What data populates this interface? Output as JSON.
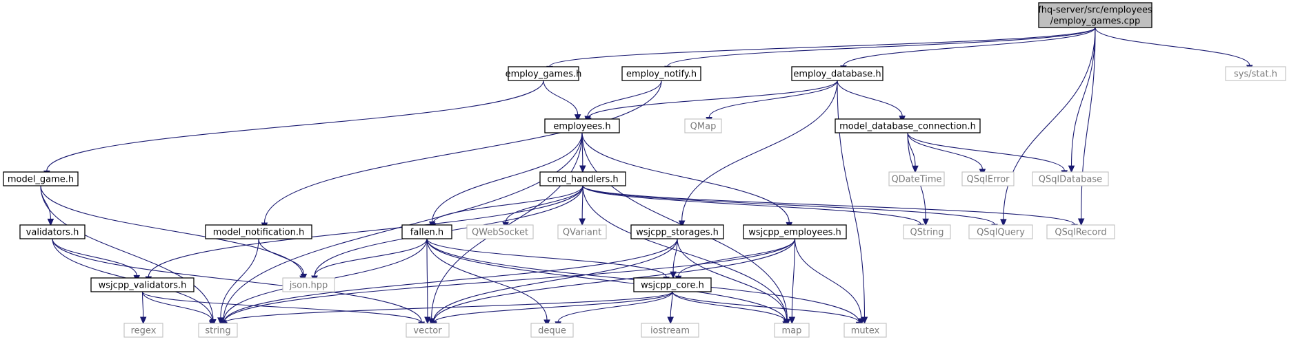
{
  "colors": {
    "edge": "#191970",
    "root_fill": "#bfbfbf",
    "external_border": "#bfbfbf",
    "external_text": "#7a7a7a"
  },
  "nodes": [
    {
      "id": "root",
      "label": "fhq-server/src/employees\n/employ_games.cpp",
      "kind": "root"
    },
    {
      "id": "employ_games_h",
      "label": "employ_games.h",
      "kind": "internal"
    },
    {
      "id": "employ_notify_h",
      "label": "employ_notify.h",
      "kind": "internal"
    },
    {
      "id": "employ_database_h",
      "label": "employ_database.h",
      "kind": "internal"
    },
    {
      "id": "sys_stat_h",
      "label": "sys/stat.h",
      "kind": "external"
    },
    {
      "id": "employees_h",
      "label": "employees.h",
      "kind": "internal"
    },
    {
      "id": "qmap",
      "label": "QMap",
      "kind": "external"
    },
    {
      "id": "model_database_connection_h",
      "label": "model_database_connection.h",
      "kind": "internal"
    },
    {
      "id": "model_game_h",
      "label": "model_game.h",
      "kind": "internal"
    },
    {
      "id": "cmd_handlers_h",
      "label": "cmd_handlers.h",
      "kind": "internal"
    },
    {
      "id": "qdatetime",
      "label": "QDateTime",
      "kind": "external"
    },
    {
      "id": "qsqlerror",
      "label": "QSqlError",
      "kind": "external"
    },
    {
      "id": "qsqldatabase",
      "label": "QSqlDatabase",
      "kind": "external"
    },
    {
      "id": "validators_h",
      "label": "validators.h",
      "kind": "internal"
    },
    {
      "id": "model_notification_h",
      "label": "model_notification.h",
      "kind": "internal"
    },
    {
      "id": "fallen_h",
      "label": "fallen.h",
      "kind": "internal"
    },
    {
      "id": "qwebsocket",
      "label": "QWebSocket",
      "kind": "external"
    },
    {
      "id": "qvariant",
      "label": "QVariant",
      "kind": "external"
    },
    {
      "id": "wsjcpp_storages_h",
      "label": "wsjcpp_storages.h",
      "kind": "internal"
    },
    {
      "id": "wsjcpp_employees_h",
      "label": "wsjcpp_employees.h",
      "kind": "internal"
    },
    {
      "id": "qstring",
      "label": "QString",
      "kind": "external"
    },
    {
      "id": "qsqlquery",
      "label": "QSqlQuery",
      "kind": "external"
    },
    {
      "id": "qsqlrecord",
      "label": "QSqlRecord",
      "kind": "external"
    },
    {
      "id": "wsjcpp_validators_h",
      "label": "wsjcpp_validators.h",
      "kind": "internal"
    },
    {
      "id": "json_hpp",
      "label": "json.hpp",
      "kind": "external"
    },
    {
      "id": "wsjcpp_core_h",
      "label": "wsjcpp_core.h",
      "kind": "internal"
    },
    {
      "id": "regex",
      "label": "regex",
      "kind": "external"
    },
    {
      "id": "string",
      "label": "string",
      "kind": "external"
    },
    {
      "id": "vector",
      "label": "vector",
      "kind": "external"
    },
    {
      "id": "deque",
      "label": "deque",
      "kind": "external"
    },
    {
      "id": "iostream",
      "label": "iostream",
      "kind": "external"
    },
    {
      "id": "map",
      "label": "map",
      "kind": "external"
    },
    {
      "id": "mutex",
      "label": "mutex",
      "kind": "external"
    }
  ],
  "edges": [
    [
      "root",
      "employ_games_h"
    ],
    [
      "root",
      "employ_notify_h"
    ],
    [
      "root",
      "employ_database_h"
    ],
    [
      "root",
      "sys_stat_h"
    ],
    [
      "root",
      "qsqldatabase"
    ],
    [
      "root",
      "qsqlquery"
    ],
    [
      "root",
      "qsqlrecord"
    ],
    [
      "employ_games_h",
      "employees_h"
    ],
    [
      "employ_games_h",
      "model_game_h"
    ],
    [
      "employ_notify_h",
      "employees_h"
    ],
    [
      "employ_notify_h",
      "model_notification_h"
    ],
    [
      "employ_database_h",
      "employees_h"
    ],
    [
      "employ_database_h",
      "qmap"
    ],
    [
      "employ_database_h",
      "model_database_connection_h"
    ],
    [
      "employ_database_h",
      "wsjcpp_storages_h"
    ],
    [
      "employ_database_h",
      "mutex"
    ],
    [
      "model_database_connection_h",
      "qdatetime"
    ],
    [
      "model_database_connection_h",
      "qsqlerror"
    ],
    [
      "model_database_connection_h",
      "qsqldatabase"
    ],
    [
      "model_database_connection_h",
      "qstring"
    ],
    [
      "employees_h",
      "cmd_handlers_h"
    ],
    [
      "employees_h",
      "fallen_h"
    ],
    [
      "employees_h",
      "wsjcpp_employees_h"
    ],
    [
      "employees_h",
      "string"
    ],
    [
      "employees_h",
      "vector"
    ],
    [
      "employees_h",
      "map"
    ],
    [
      "model_game_h",
      "validators_h"
    ],
    [
      "model_game_h",
      "json_hpp"
    ],
    [
      "model_game_h",
      "string"
    ],
    [
      "cmd_handlers_h",
      "fallen_h"
    ],
    [
      "cmd_handlers_h",
      "qwebsocket"
    ],
    [
      "cmd_handlers_h",
      "qvariant"
    ],
    [
      "cmd_handlers_h",
      "qstring"
    ],
    [
      "cmd_handlers_h",
      "qsqlquery"
    ],
    [
      "cmd_handlers_h",
      "qsqlrecord"
    ],
    [
      "cmd_handlers_h",
      "wsjcpp_validators_h"
    ],
    [
      "cmd_handlers_h",
      "json_hpp"
    ],
    [
      "cmd_handlers_h",
      "map"
    ],
    [
      "validators_h",
      "wsjcpp_validators_h"
    ],
    [
      "validators_h",
      "string"
    ],
    [
      "validators_h",
      "vector"
    ],
    [
      "model_notification_h",
      "json_hpp"
    ],
    [
      "model_notification_h",
      "string"
    ],
    [
      "fallen_h",
      "json_hpp"
    ],
    [
      "fallen_h",
      "wsjcpp_core_h"
    ],
    [
      "fallen_h",
      "string"
    ],
    [
      "fallen_h",
      "vector"
    ],
    [
      "fallen_h",
      "deque"
    ],
    [
      "fallen_h",
      "map"
    ],
    [
      "fallen_h",
      "mutex"
    ],
    [
      "wsjcpp_storages_h",
      "wsjcpp_core_h"
    ],
    [
      "wsjcpp_storages_h",
      "string"
    ],
    [
      "wsjcpp_storages_h",
      "vector"
    ],
    [
      "wsjcpp_storages_h",
      "map"
    ],
    [
      "wsjcpp_employees_h",
      "wsjcpp_core_h"
    ],
    [
      "wsjcpp_employees_h",
      "string"
    ],
    [
      "wsjcpp_employees_h",
      "vector"
    ],
    [
      "wsjcpp_employees_h",
      "map"
    ],
    [
      "wsjcpp_employees_h",
      "mutex"
    ],
    [
      "wsjcpp_validators_h",
      "regex"
    ],
    [
      "wsjcpp_validators_h",
      "string"
    ],
    [
      "wsjcpp_validators_h",
      "vector"
    ],
    [
      "wsjcpp_core_h",
      "string"
    ],
    [
      "wsjcpp_core_h",
      "vector"
    ],
    [
      "wsjcpp_core_h",
      "deque"
    ],
    [
      "wsjcpp_core_h",
      "iostream"
    ],
    [
      "wsjcpp_core_h",
      "map"
    ],
    [
      "wsjcpp_core_h",
      "mutex"
    ]
  ]
}
